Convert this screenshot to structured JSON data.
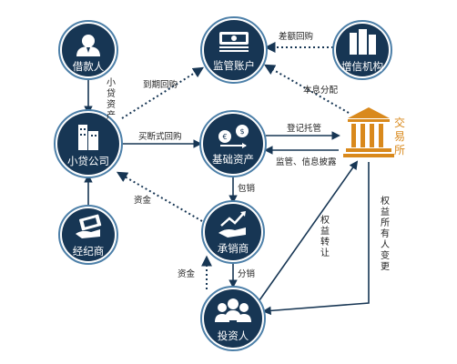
{
  "nodes": {
    "borrower": "借款人",
    "regulated_account": "监管账户",
    "credit_agency": "增信机构",
    "microloan_company": "小贷公司",
    "underlying_asset": "基础资产",
    "exchange_chars": [
      "交",
      "易",
      "所"
    ],
    "broker": "经纪商",
    "underwriter": "承销商",
    "investor": "投资人"
  },
  "edges": {
    "microloan_asset_chars": [
      "小",
      "贷",
      "资",
      "产"
    ],
    "due_repurchase": "到期回购",
    "shortfall_repurchase": "差额回购",
    "principal_interest": "本息分配",
    "buyout_repurchase": "买断式回购",
    "register_custody": "登记托管",
    "supervise_disclose": "监管、信息披露",
    "funds_1": "资金",
    "underwrite": "包销",
    "rights_transfer_chars": [
      "权",
      "益",
      "转",
      "让"
    ],
    "ownership_change_chars": [
      "权",
      "益",
      "所",
      "有",
      "人",
      "变",
      "更"
    ],
    "funds_2": "资金",
    "distribute": "分销"
  },
  "colors": {
    "node_fill": "#173654",
    "node_ring": "#4c7fa8",
    "icon_light": "#ffffff",
    "arrow": "#173654",
    "exchange_accent": "#d9891c"
  }
}
